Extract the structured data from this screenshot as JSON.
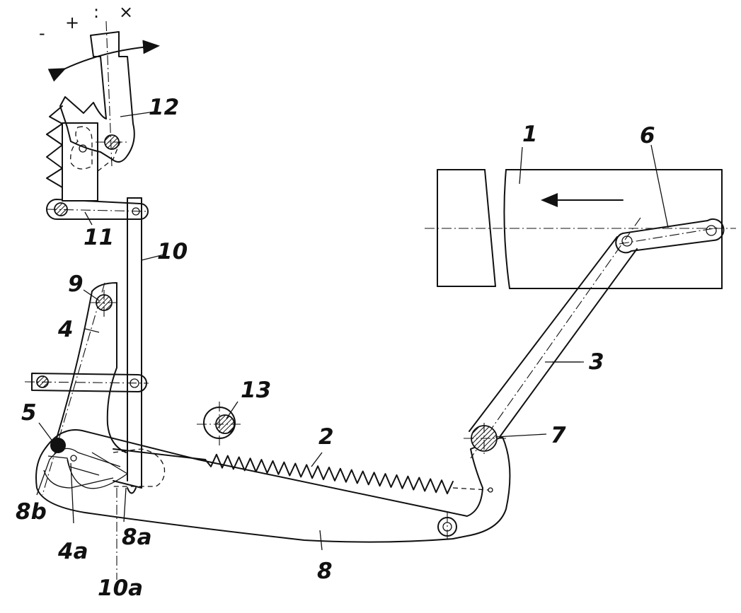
{
  "labels": {
    "l1": "1",
    "l2": "2",
    "l3": "3",
    "l4": "4",
    "l4a": "4a",
    "l5": "5",
    "l6": "6",
    "l7": "7",
    "l8": "8",
    "l8a": "8a",
    "l8b": "8b",
    "l9": "9",
    "l10": "10",
    "l10a": "10a",
    "l11": "11",
    "l12": "12",
    "l13": "13"
  },
  "lever_marks": {
    "minus": "-",
    "plus": "+",
    "colon": ":",
    "cross": "×"
  },
  "arrows": {
    "swing_direction": "double-arrow",
    "travel_direction": "arrow-left"
  }
}
